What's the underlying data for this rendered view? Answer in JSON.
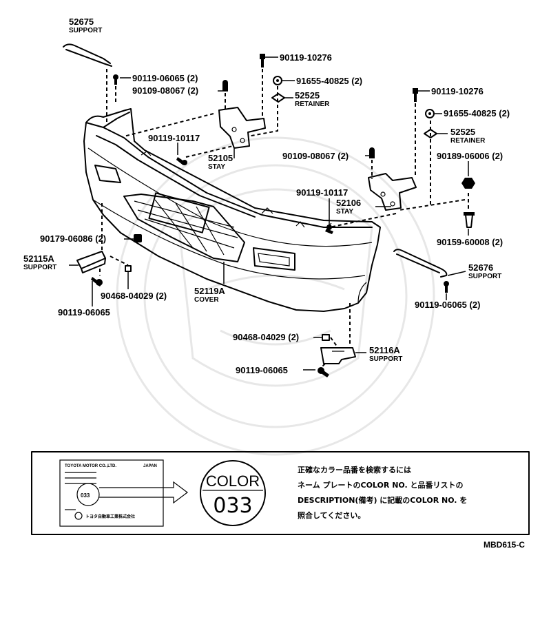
{
  "callouts": [
    {
      "id": "c52675",
      "number": "52675",
      "name": "SUPPORT"
    },
    {
      "id": "c06065a",
      "number": "90119-06065 (2)"
    },
    {
      "id": "c08067a",
      "number": "90109-08067 (2)"
    },
    {
      "id": "c10276a",
      "number": "90119-10276"
    },
    {
      "id": "c40825a",
      "number": "91655-40825 (2)"
    },
    {
      "id": "c52525a",
      "number": "52525",
      "name": "RETAINER"
    },
    {
      "id": "c10117a",
      "number": "90119-10117"
    },
    {
      "id": "c52105",
      "number": "52105",
      "name": "STAY"
    },
    {
      "id": "c10276b",
      "number": "90119-10276"
    },
    {
      "id": "c40825b",
      "number": "91655-40825 (2)"
    },
    {
      "id": "c52525b",
      "number": "52525",
      "name": "RETAINER"
    },
    {
      "id": "c08067b",
      "number": "90109-08067 (2)"
    },
    {
      "id": "c06006",
      "number": "90189-06006 (2)"
    },
    {
      "id": "c10117b",
      "number": "90119-10117"
    },
    {
      "id": "c52106",
      "number": "52106",
      "name": "STAY"
    },
    {
      "id": "c06086",
      "number": "90179-06086 (2)"
    },
    {
      "id": "c60008",
      "number": "90159-60008 (2)"
    },
    {
      "id": "c52115A",
      "number": "52115A",
      "name": "SUPPORT"
    },
    {
      "id": "c52676",
      "number": "52676",
      "name": "SUPPORT"
    },
    {
      "id": "c04029a",
      "number": "90468-04029 (2)"
    },
    {
      "id": "c52119A",
      "number": "52119A",
      "name": "COVER"
    },
    {
      "id": "c06065b",
      "number": "90119-06065"
    },
    {
      "id": "c06065c",
      "number": "90119-06065 (2)"
    },
    {
      "id": "c04029b",
      "number": "90468-04029 (2)"
    },
    {
      "id": "c52116A",
      "number": "52116A",
      "name": "SUPPORT"
    },
    {
      "id": "c06065d",
      "number": "90119-06065"
    }
  ],
  "color_box": {
    "nameplate_header": "TOYOTA MOTOR CO.,LTD.",
    "nameplate_country": "JAPAN",
    "nameplate_code": "033",
    "nameplate_footer": "トヨタ自動車工業株式会社",
    "color_label": "COLOR",
    "color_number": "033",
    "note_lines": [
      "正確なカラー品番を検索するには",
      "ネーム プレートのCOLOR NO. と品番リストの",
      "DESCRIPTION(備考) に記載のCOLOR NO. を",
      "照合してください。"
    ]
  },
  "figure_code": "MBD615-C"
}
